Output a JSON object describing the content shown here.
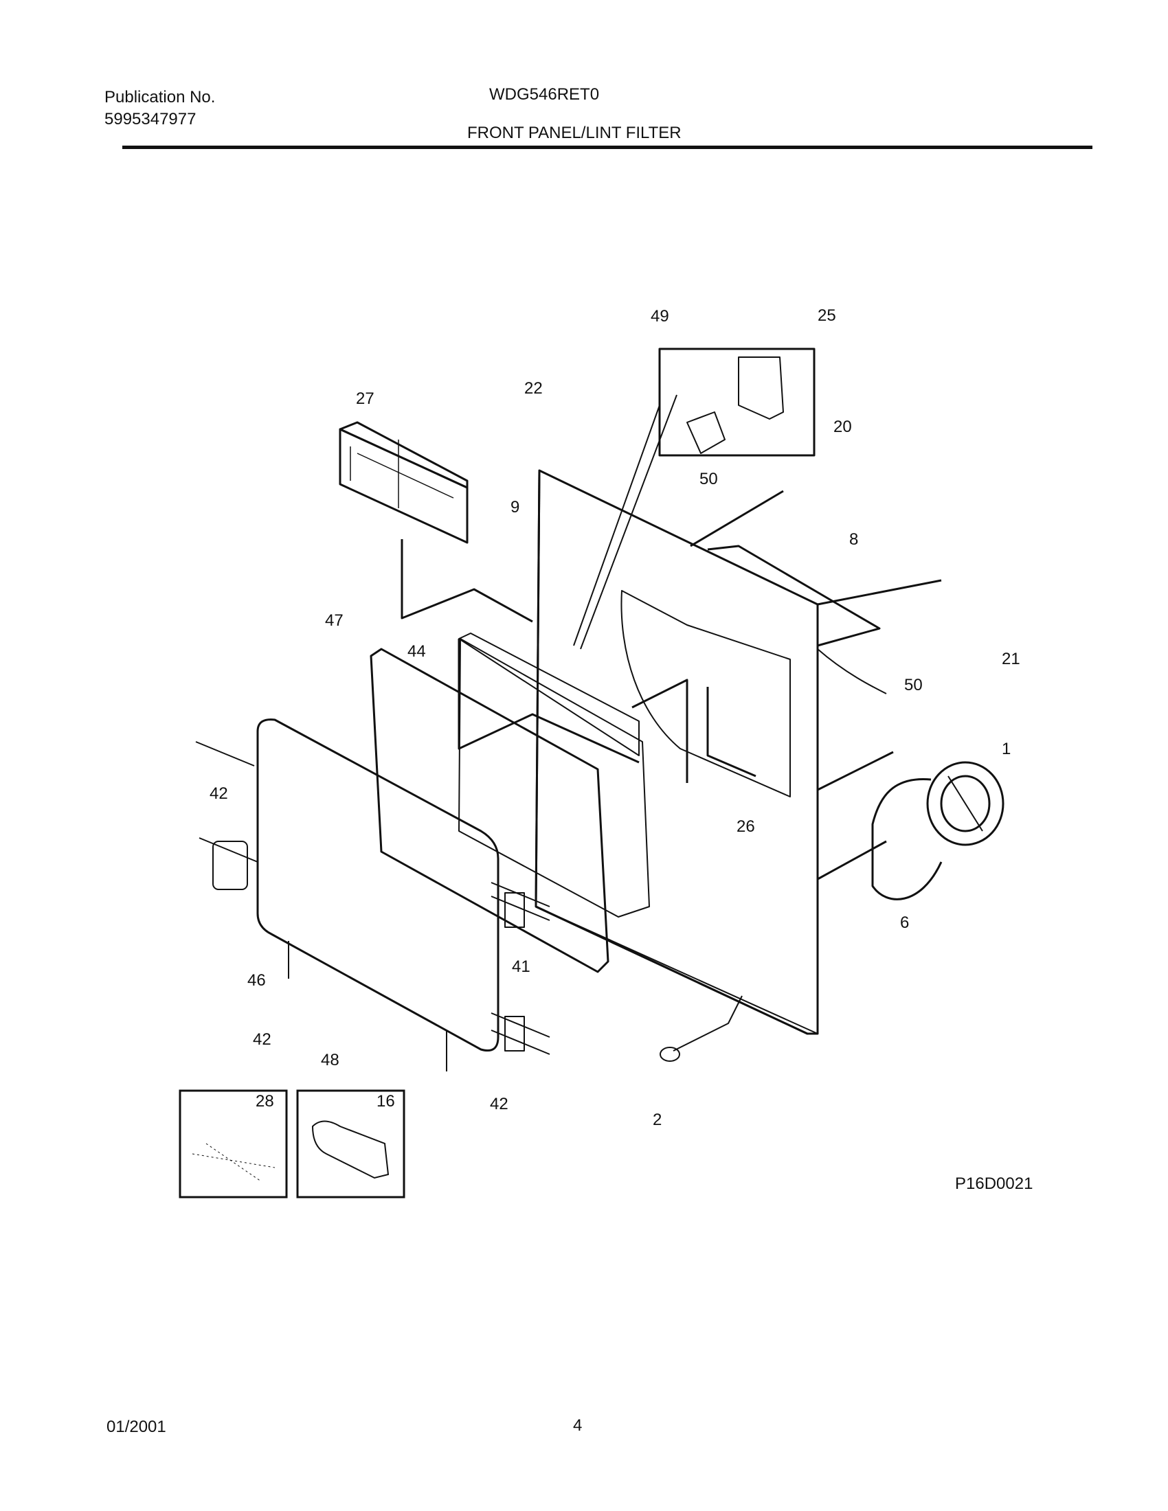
{
  "header": {
    "publication_label": "Publication No.",
    "publication_number": "5995347977",
    "model": "WDG546RET0",
    "section_title": "FRONT PANEL/LINT FILTER"
  },
  "diagram": {
    "callouts": [
      "49",
      "25",
      "27",
      "22",
      "20",
      "50",
      "9",
      "8",
      "47",
      "44",
      "21",
      "50",
      "1",
      "42",
      "26",
      "6",
      "46",
      "41",
      "42",
      "48",
      "42",
      "2"
    ],
    "inset_callouts": [
      "28",
      "16"
    ],
    "figure_code": "P16D0021"
  },
  "footer": {
    "date": "01/2001",
    "page_number": "4"
  }
}
